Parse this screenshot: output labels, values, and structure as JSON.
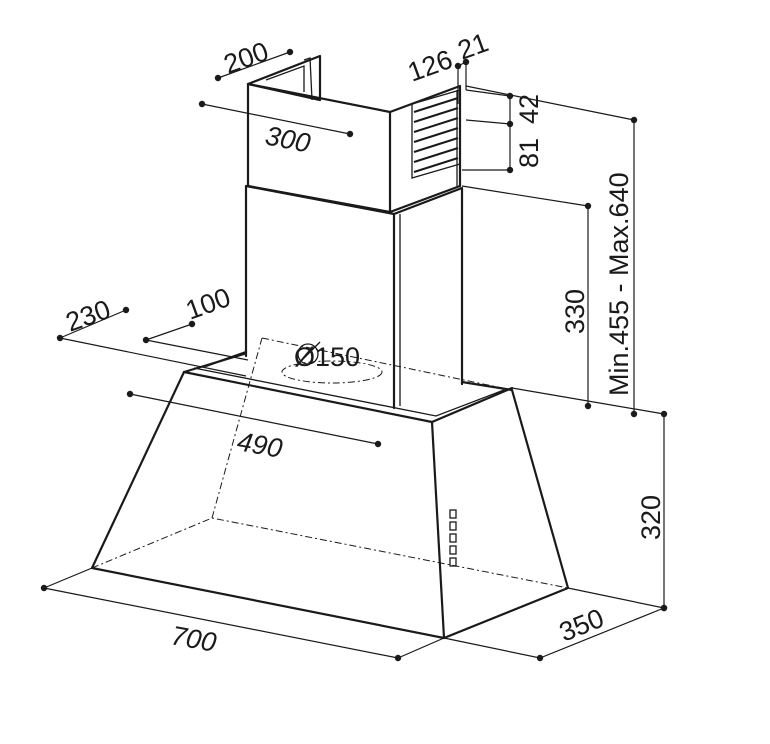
{
  "dimensions": {
    "chimney_width": "200",
    "chimney_depth": "300",
    "vent_offset": "126",
    "vent_edge": "21",
    "vent_top": "42",
    "vent_height": "81",
    "chimney_lower_height": "330",
    "total_height_range": "Min.455 - Max.640",
    "side_offset": "230",
    "duct_offset": "100",
    "duct_diameter": "Ø150",
    "hood_top_width": "490",
    "hood_height": "320",
    "hood_width": "700",
    "hood_depth": "350"
  }
}
